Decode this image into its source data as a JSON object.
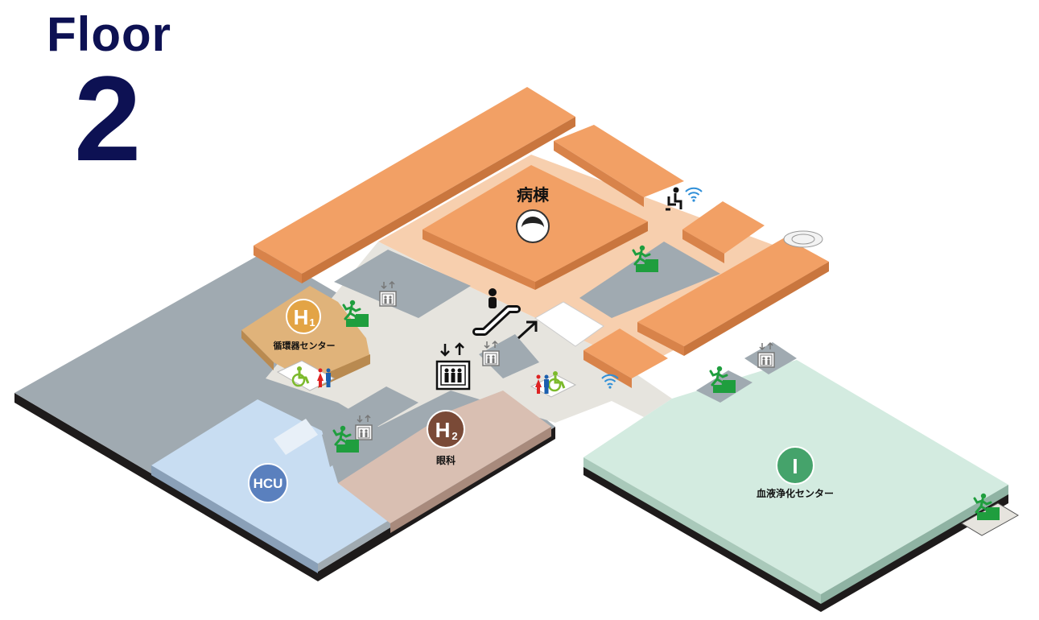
{
  "floor": {
    "word": "Floor",
    "number": "2"
  },
  "areas": {
    "ward": {
      "label": "病棟"
    },
    "h1": {
      "badge_main": "H",
      "badge_sub": "1",
      "label": "循環器センター",
      "color": "#e3a445"
    },
    "h2": {
      "badge_main": "H",
      "badge_sub": "2",
      "label": "眼科",
      "color": "#7a4a37"
    },
    "hcu": {
      "badge": "HCU",
      "color": "#5a80be"
    },
    "dialysis": {
      "badge": "I",
      "label": "血液浄化センター",
      "color": "#45a36b"
    }
  },
  "colors": {
    "ward": "#f2a065",
    "ward_side": "#d8834a",
    "corridor": "#f7cfae",
    "gray_area": "#a0aab1",
    "light_gray": "#e6e4de",
    "hcu_area": "#c8ddf2",
    "eye_area": "#d9bfb2",
    "dialysis_area": "#d3ebe0",
    "heart_area": "#e0b37a",
    "exit_green": "#1f9e3e",
    "wifi_blue": "#2f8fd8",
    "text_navy": "#0d1153"
  },
  "icons": [
    "elevator-icon",
    "escalator-icon",
    "emergency-exit-icon",
    "restroom-icon",
    "accessible-restroom-icon",
    "wheelchair-rest-icon",
    "wifi-icon",
    "nurse-station-icon",
    "heliport-icon"
  ]
}
